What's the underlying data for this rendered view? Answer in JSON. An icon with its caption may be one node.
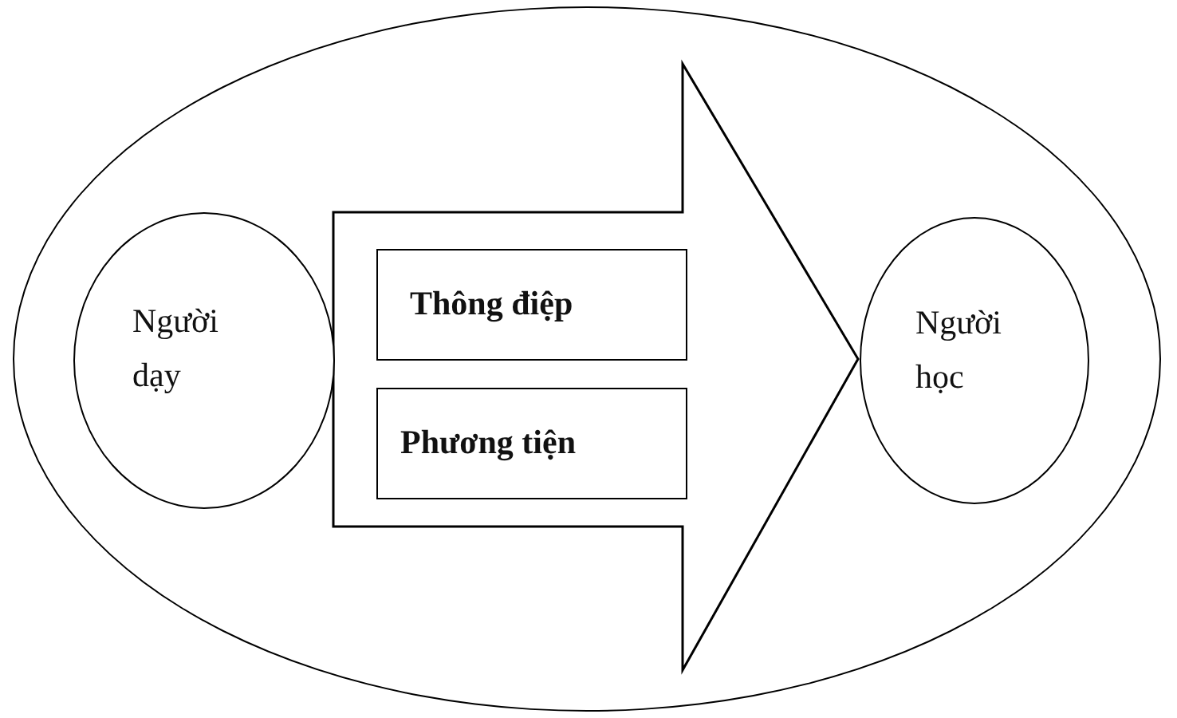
{
  "diagram": {
    "nodes": [
      {
        "text": [],
        "shape": "ellipse"
      },
      {
        "text": [
          "Người dạy"
        ],
        "in": 0
      },
      {
        "text": [
          "Thông điệp"
        ],
        "in": 0
      },
      {
        "text": [
          "Phương tiện"
        ],
        "in": 0
      },
      {
        "text": [
          "Người học"
        ],
        "in": 0
      }
    ],
    "edges": [
      {
        "from": 1,
        "to": 4,
        "arrow": "to",
        "style": "thick"
      }
    ]
  }
}
